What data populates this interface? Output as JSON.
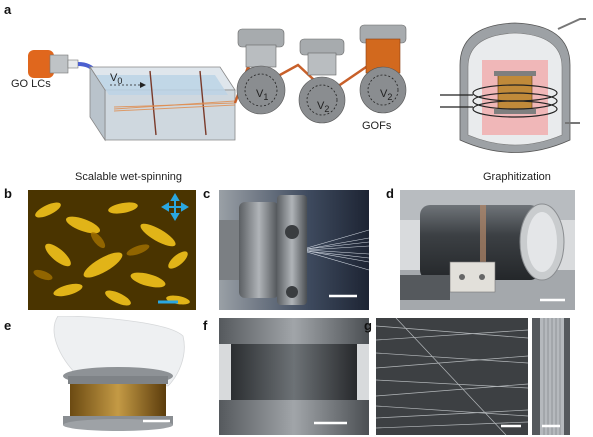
{
  "panel_letters": {
    "a": "a",
    "b": "b",
    "c": "c",
    "d": "d",
    "e": "e",
    "f": "f",
    "g": "g"
  },
  "schematic": {
    "source_label": "GO LCs",
    "v0": "V",
    "v0_sub": "0",
    "v1": "V",
    "v1_sub": "1",
    "v2a": "V",
    "v2a_sub": "2",
    "v2b": "V",
    "v2b_sub": "2",
    "fiber_label": "GOFs",
    "spinning_caption": "Scalable wet-spinning",
    "furnace_caption": "Graphitization"
  },
  "colors": {
    "fiber": "#d2691e",
    "bath": "#bcd4e6",
    "metal": "#8a8d90",
    "furnace_glow": "#f2a6a6",
    "scale_bar": "#ffffff",
    "cross_arrows": "#2aa7e0"
  }
}
